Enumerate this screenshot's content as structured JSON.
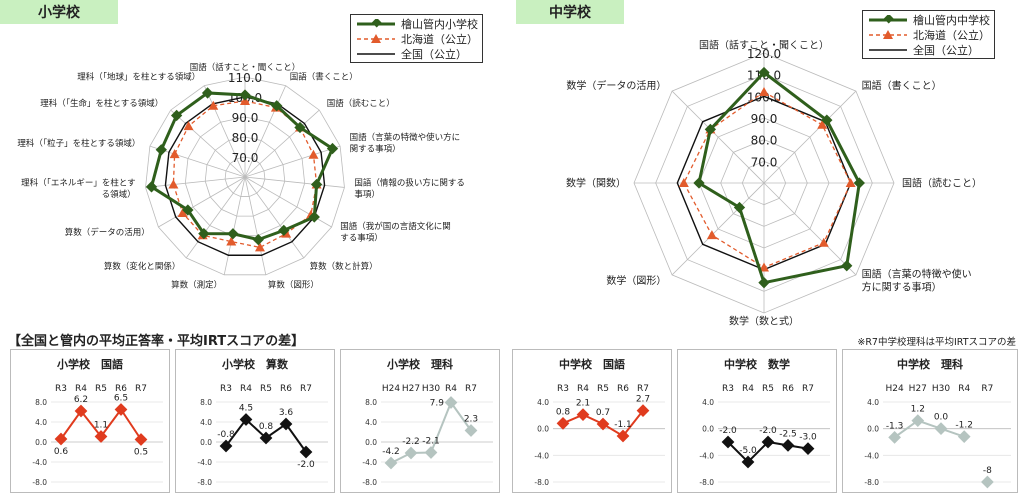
{
  "tags": {
    "elementary": "小学校",
    "middle": "中学校"
  },
  "legend_elem": [
    "檜山管内小学校",
    "北海道（公立）",
    "全国（公立）"
  ],
  "legend_mid": [
    "檜山管内中学校",
    "北海道（公立）",
    "全国（公立）"
  ],
  "section_title": "【全国と管内の平均正答率・平均IRTスコアの差】",
  "note": "※R7中学校理科は平均IRTスコアの差",
  "colors": {
    "kanai": "#2f5f1c",
    "hokkaido": "#e25b2c",
    "zenkoku": "#111111",
    "red": "#e03b1e",
    "black": "#111111",
    "gray": "#b5c4c0"
  },
  "chart_data": [
    {
      "type": "radar",
      "title": "小学校",
      "scale_max": 110,
      "scale_min": 60,
      "ticks": [
        "110.0",
        "100.0",
        "90.0",
        "80.0",
        "70.0"
      ],
      "tick_values": [
        110,
        100,
        90,
        80,
        70
      ],
      "axes": [
        "国語（話すこと・聞くこと）",
        "国語（書くこと）",
        "国語（読むこと）",
        "国語（言葉の特徴や使い方に関する事項）",
        "国語（情報の扱い方に関する事項）",
        "国語（我が国の言語文化に関する事項）",
        "算数（数と計算）",
        "算数（図形）",
        "算数（測定）",
        "算数（変化と関係）",
        "算数（データの活用）",
        "理科（「エネルギー」を柱とする領域）",
        "理科（「粒子」を柱とする領域）",
        "理科（「生命」を柱とする領域）",
        "理科（「地球」を柱とする領域）"
      ],
      "axis_label_lines": [
        [
          "国語（話すこと・聞くこと）"
        ],
        [
          "国語（書くこと）"
        ],
        [
          "国語（読むこと）"
        ],
        [
          "国語（言葉の特徴や使い方に",
          "関する事項）"
        ],
        [
          "国語（情報の扱い方に関する",
          "事項）"
        ],
        [
          "国語（我が国の言語文化に関",
          "する事項）"
        ],
        [
          "算数（数と計算）"
        ],
        [
          "算数（図形）"
        ],
        [
          "算数（測定）"
        ],
        [
          "算数（変化と関係）"
        ],
        [
          "算数（データの活用）"
        ],
        [
          "理科（「エネルギー」を柱とす",
          "る領域）"
        ],
        [
          "理科（「粒子」を柱とする領域）"
        ],
        [
          "理科（「生命」を柱とする領域）"
        ],
        [
          "理科（「地球」を柱とする領域）"
        ]
      ],
      "series": [
        {
          "name": "檜山管内小学校",
          "values": [
            101,
            99,
            97,
            106,
            96,
            100,
            93,
            92,
            89,
            95,
            93,
            107,
            104,
            106,
            106
          ]
        },
        {
          "name": "北海道（公立）",
          "values": [
            98,
            98,
            97,
            96,
            96,
            98,
            95,
            96,
            93,
            96,
            96,
            96,
            97,
            98,
            99
          ]
        },
        {
          "name": "全国（公立）",
          "values": [
            100,
            100,
            100,
            100,
            100,
            100,
            100,
            100,
            100,
            100,
            100,
            100,
            100,
            100,
            100
          ]
        }
      ]
    },
    {
      "type": "radar",
      "title": "中学校",
      "scale_max": 120,
      "scale_min": 60,
      "ticks": [
        "120.0",
        "110.0",
        "100.0",
        "90.0",
        "80.0",
        "70.0"
      ],
      "tick_values": [
        120,
        110,
        100,
        90,
        80,
        70
      ],
      "axes": [
        "国語（話すこと・聞くこと）",
        "国語（書くこと）",
        "国語（読むこと）",
        "国語（言葉の特徴や使い方に関する事項）",
        "数学（数と式）",
        "数学（図形）",
        "数学（関数）",
        "数学（データの活用）"
      ],
      "axis_label_lines": [
        [
          "国語（話すこと・聞くこと）"
        ],
        [
          "国語（書くこと）"
        ],
        [
          "国語（読むこと）"
        ],
        [
          "国語（言葉の特徴や使い",
          "方に関する事項）"
        ],
        [
          "数学（数と式）"
        ],
        [
          "数学（図形）"
        ],
        [
          "数学（関数）"
        ],
        [
          "数学（データの活用）"
        ]
      ],
      "series": [
        {
          "name": "檜山管内中学校",
          "values": [
            111,
            101,
            104,
            114,
            106,
            76,
            90,
            95
          ]
        },
        {
          "name": "北海道（公立）",
          "values": [
            102,
            98,
            100,
            99,
            99,
            94,
            97,
            95
          ]
        },
        {
          "name": "全国（公立）",
          "values": [
            100,
            100,
            100,
            100,
            100,
            100,
            100,
            100
          ]
        }
      ]
    },
    {
      "type": "line",
      "title": "小学校　国語",
      "categories": [
        "R3",
        "R4",
        "R5",
        "R6",
        "R7"
      ],
      "values": [
        0.6,
        6.2,
        1.1,
        6.5,
        0.5
      ],
      "labels": [
        "0.6",
        "6.2",
        "1.1",
        "6.5",
        "0.5"
      ],
      "color": "red",
      "ylim": [
        -8,
        8
      ],
      "ytick_labels": [
        "8.0",
        "4.0",
        "0.0",
        "-4.0",
        "-8.0"
      ],
      "label_pos": [
        "below",
        "above",
        "above",
        "above",
        "below"
      ]
    },
    {
      "type": "line",
      "title": "小学校　算数",
      "categories": [
        "R3",
        "R4",
        "R5",
        "R6",
        "R7"
      ],
      "values": [
        -0.8,
        4.5,
        0.8,
        3.6,
        -2.0
      ],
      "labels": [
        "-0.8",
        "4.5",
        "0.8",
        "3.6",
        "-2.0"
      ],
      "color": "black",
      "ylim": [
        -8,
        8
      ],
      "ytick_labels": [
        "8.0",
        "4.0",
        "0.0",
        "-4.0",
        "-8.0"
      ],
      "label_pos": [
        "above",
        "above",
        "above",
        "above",
        "below"
      ]
    },
    {
      "type": "line",
      "title": "小学校　理科",
      "categories": [
        "H24",
        "H27",
        "H30",
        "R4",
        "R7"
      ],
      "values": [
        -4.2,
        -2.2,
        -2.1,
        7.9,
        2.3
      ],
      "labels": [
        "-4.2",
        "-2.2",
        "-2.1",
        "7.9",
        "2.3"
      ],
      "color": "gray",
      "ylim": [
        -8,
        8
      ],
      "ytick_labels": [
        "8.0",
        "4.0",
        "0.0",
        "-4.0",
        "-8.0"
      ],
      "label_pos": [
        "above",
        "above",
        "above",
        "left",
        "above"
      ]
    },
    {
      "type": "line",
      "title": "中学校　国語",
      "categories": [
        "R3",
        "R4",
        "R5",
        "R6",
        "R7"
      ],
      "values": [
        0.8,
        2.1,
        0.7,
        -1.1,
        2.7
      ],
      "labels": [
        "0.8",
        "2.1",
        "0.7",
        "-1.1",
        "2.7"
      ],
      "color": "red",
      "ylim": [
        -8,
        4
      ],
      "ytick_labels": [
        "4.0",
        "0.0",
        "-4.0",
        "-8.0"
      ],
      "label_pos": [
        "above",
        "above",
        "above",
        "above",
        "above"
      ]
    },
    {
      "type": "line",
      "title": "中学校　数学",
      "categories": [
        "R3",
        "R4",
        "R5",
        "R6",
        "R7"
      ],
      "values": [
        -2.0,
        -5.0,
        -2.0,
        -2.5,
        -3.0
      ],
      "labels": [
        "-2.0",
        "-5.0",
        "-2.0",
        "-2.5",
        "-3.0"
      ],
      "color": "black",
      "ylim": [
        -8,
        4
      ],
      "ytick_labels": [
        "4.0",
        "0.0",
        "-4.0",
        "-8.0"
      ],
      "label_pos": [
        "above",
        "above",
        "above",
        "above",
        "above"
      ]
    },
    {
      "type": "line",
      "title": "中学校　理科",
      "categories": [
        "H24",
        "H27",
        "H30",
        "R4",
        "R7"
      ],
      "values": [
        -1.3,
        1.2,
        0.0,
        -1.2,
        -8
      ],
      "labels": [
        "-1.3",
        "1.2",
        "0.0",
        "-1.2",
        "-8"
      ],
      "color": "gray",
      "ylim": [
        -8,
        4
      ],
      "ytick_labels": [
        "4.0",
        "0.0",
        "-4.0",
        "-8.0"
      ],
      "label_pos": [
        "above",
        "above",
        "above",
        "above",
        "above"
      ],
      "break_before_last": true
    }
  ]
}
